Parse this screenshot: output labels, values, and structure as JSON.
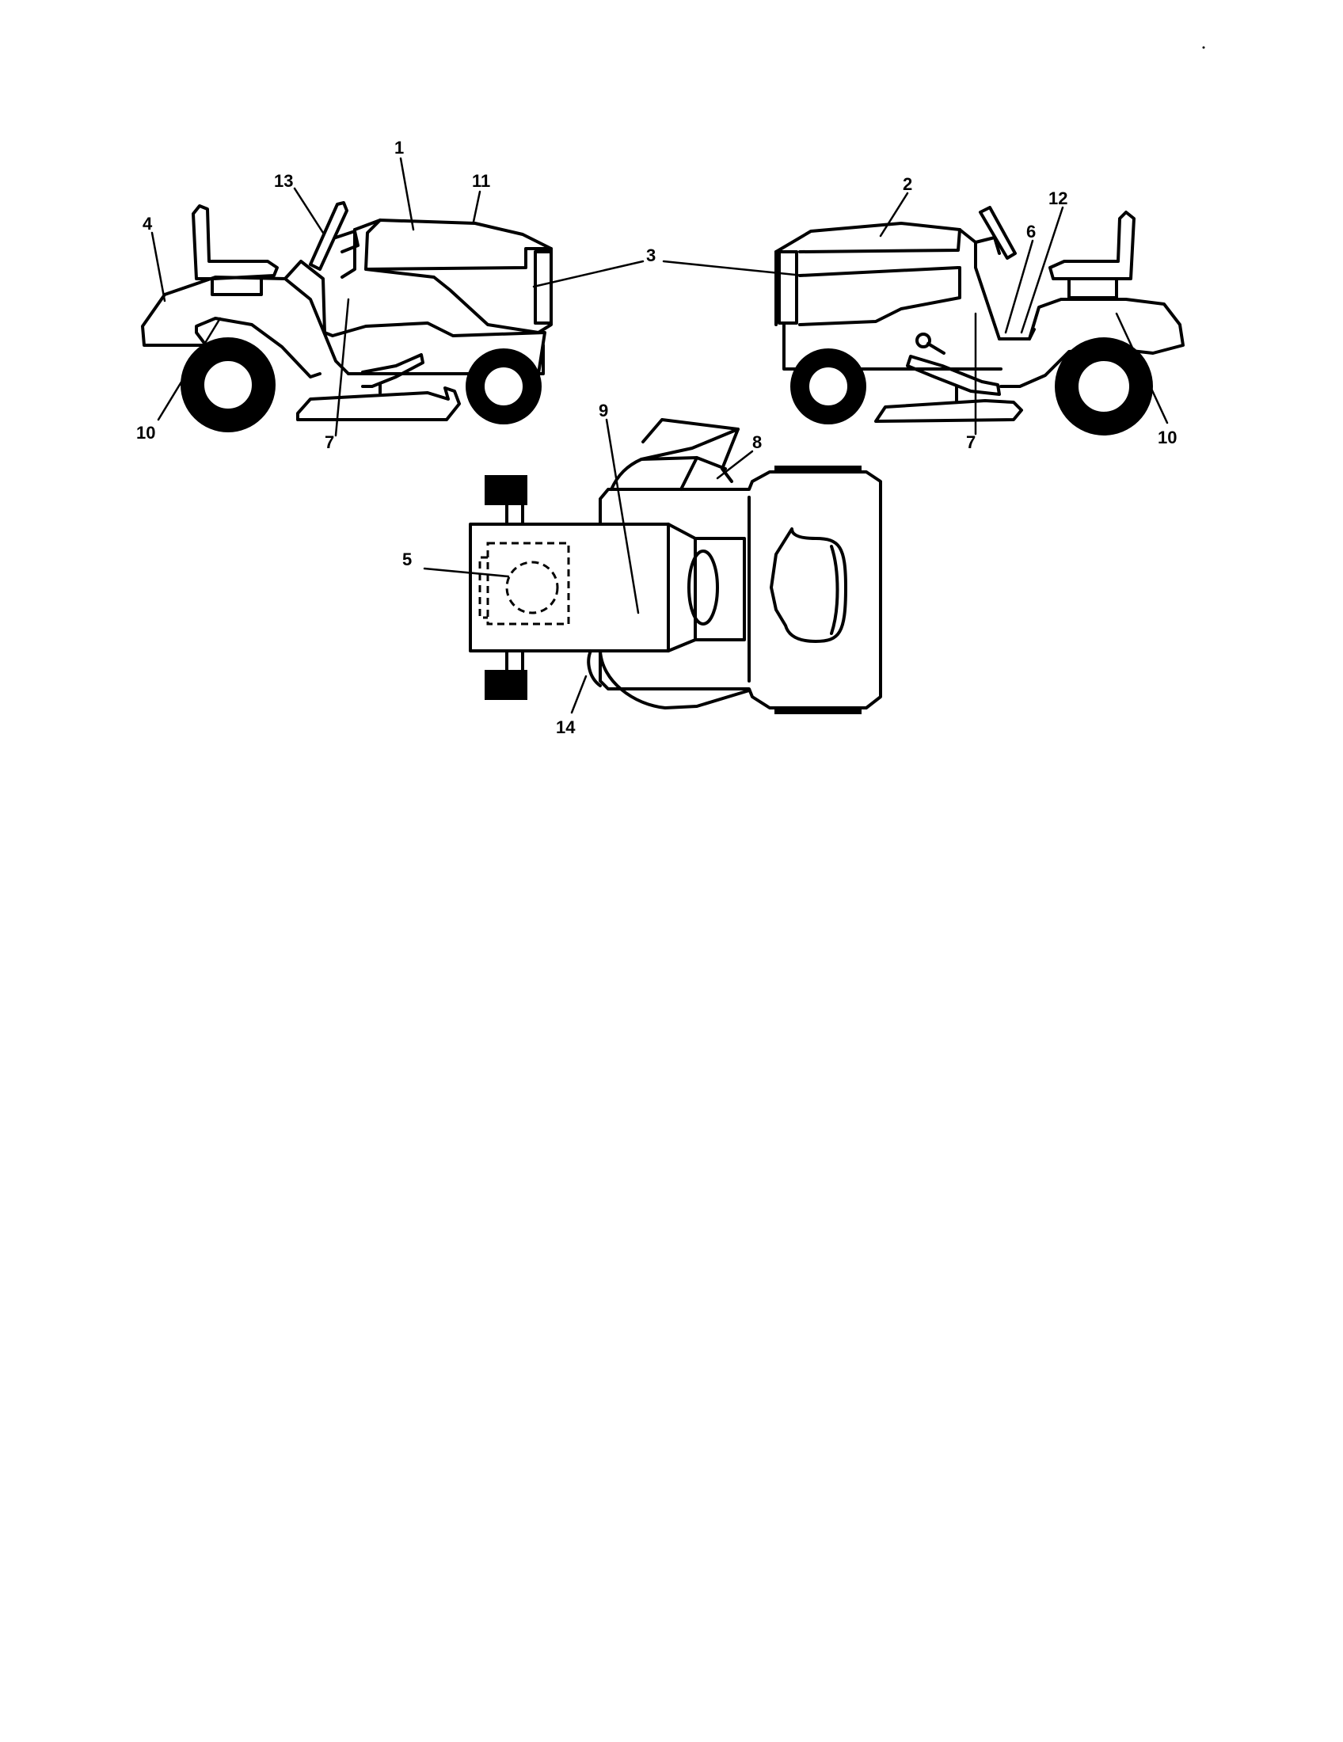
{
  "callouts": {
    "c1": "1",
    "c2": "2",
    "c3": "3",
    "c4": "4",
    "c5": "5",
    "c6": "6",
    "c7_left": "7",
    "c7_right": "7",
    "c8": "8",
    "c9": "9",
    "c10_left": "10",
    "c10_right": "10",
    "c11": "11",
    "c12": "12",
    "c13": "13",
    "c14": "14"
  }
}
